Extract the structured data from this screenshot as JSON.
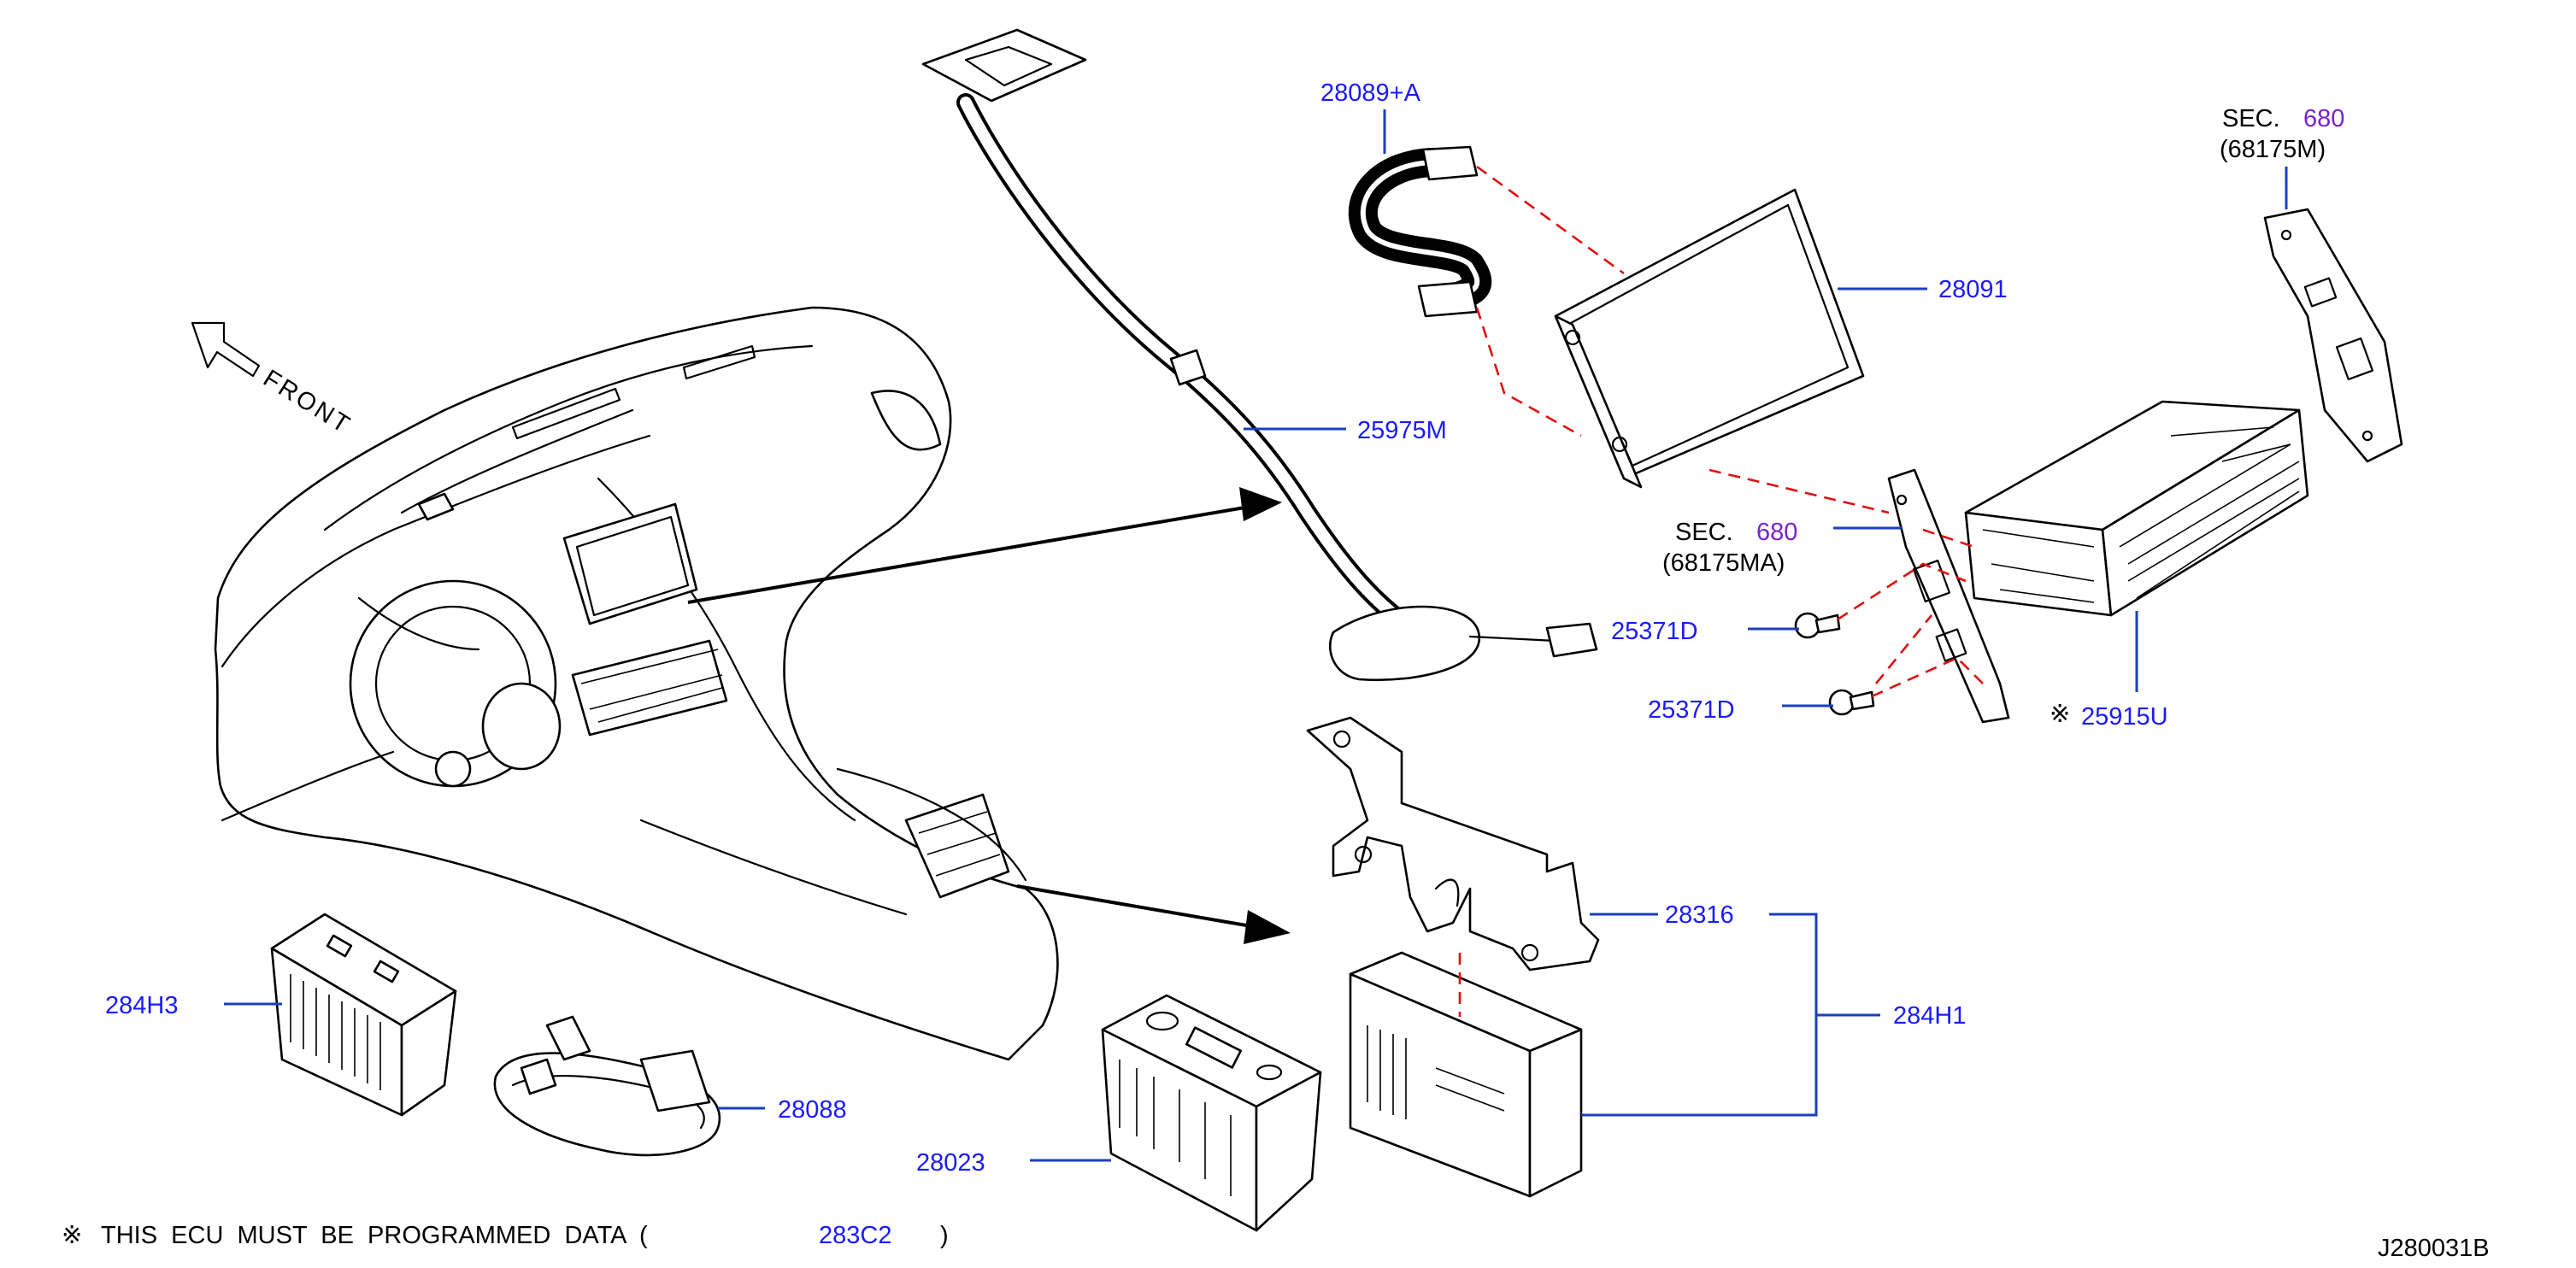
{
  "front_label": "FRONT",
  "callouts": {
    "c28089A": "28089+A",
    "c28091": "28091",
    "c25975M": "25975M",
    "sec_top": "SEC.",
    "sec_top_num": "680",
    "sec_top_sub": "(68175M)",
    "sec_mid": "SEC.",
    "sec_mid_num": "680",
    "sec_mid_sub": "(68175MA)",
    "c25371D_a": "25371D",
    "c25371D_b": "25371D",
    "c25915U_mark": "※",
    "c25915U": "25915U",
    "c28316": "28316",
    "c284H1": "284H1",
    "c284H3": "284H3",
    "c28088": "28088",
    "c28023": "28023"
  },
  "note": {
    "mark": "※",
    "text": "THIS  ECU  MUST  BE  PROGRAMMED  DATA  (",
    "code": "283C2",
    "close": ")"
  },
  "diagram_id": "J280031B",
  "colors": {
    "callout": "#1a1aff",
    "section_ref": "#7a22cc",
    "dashed_link": "#e01010",
    "leader": "#1a3fbf"
  }
}
